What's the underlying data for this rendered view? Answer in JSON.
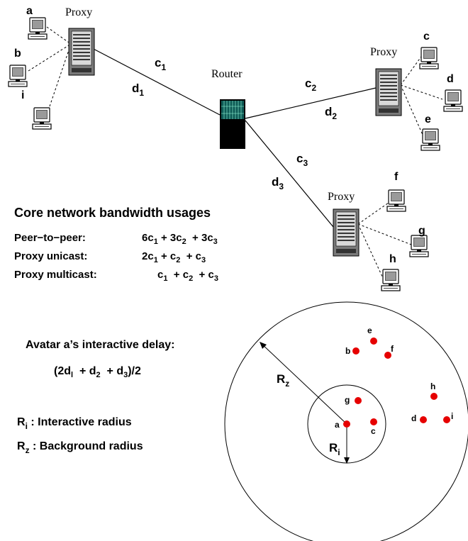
{
  "network": {
    "proxy_labels": [
      "Proxy",
      "Proxy",
      "Proxy"
    ],
    "router_label": "Router",
    "clients": [
      "a",
      "b",
      "i",
      "c",
      "d",
      "e",
      "f",
      "g",
      "h"
    ],
    "links": {
      "c1": {
        "main": "c",
        "sub": "1"
      },
      "d1": {
        "main": "d",
        "sub": "1"
      },
      "c2": {
        "main": "c",
        "sub": "2"
      },
      "d2": {
        "main": "d",
        "sub": "2"
      },
      "c3": {
        "main": "c",
        "sub": "3"
      },
      "d3": {
        "main": "d",
        "sub": "3"
      }
    }
  },
  "usage": {
    "title": "Core network bandwidth usages",
    "rows": [
      {
        "label": "Peer−to−peer:",
        "formula": [
          "6c",
          "1",
          " + 3c",
          "2",
          "  + 3c",
          "3"
        ]
      },
      {
        "label": "Proxy unicast:",
        "formula": [
          "2c",
          "1",
          " + c",
          "2",
          "  + c",
          "3"
        ]
      },
      {
        "label": "Proxy multicast:",
        "formula": [
          "c",
          "1",
          "  + c",
          "2",
          "  + c",
          "3"
        ]
      }
    ]
  },
  "delay": {
    "title": "Avatar a’s interactive delay:",
    "formula": [
      "(2d",
      "l",
      "  + d",
      "2",
      "  + d",
      "3",
      ")/2"
    ]
  },
  "legend": {
    "ri": {
      "main": "R",
      "sub": "i",
      "text": " : Interactive radius"
    },
    "rz": {
      "main": "R",
      "sub": "z",
      "text": " : Background radius"
    }
  },
  "zones": {
    "rz_label": {
      "main": "R",
      "sub": "z"
    },
    "ri_label": {
      "main": "R",
      "sub": "i"
    },
    "avatars": [
      "e",
      "b",
      "f",
      "g",
      "a",
      "c",
      "h",
      "d",
      "i"
    ],
    "avatar_color": "#e60000"
  }
}
